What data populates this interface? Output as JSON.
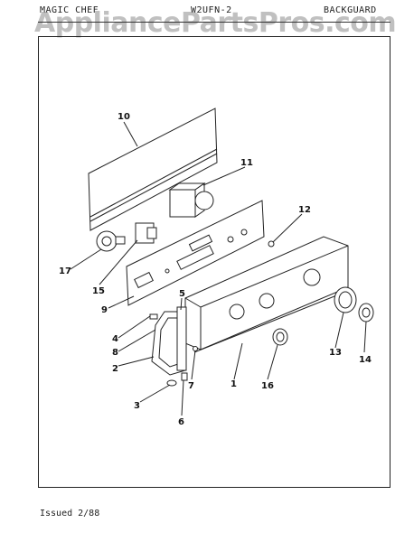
{
  "header": {
    "brand": "MAGIC CHEF",
    "model": "W2UFN-2",
    "section": "BACKGUARD"
  },
  "watermark": "AppliancePartsPros.com",
  "footer": {
    "issued": "Issued 2/88"
  },
  "callouts": [
    "10",
    "11",
    "12",
    "17",
    "15",
    "9",
    "5",
    "4",
    "8",
    "2",
    "7",
    "3",
    "6",
    "1",
    "16",
    "13",
    "14"
  ]
}
